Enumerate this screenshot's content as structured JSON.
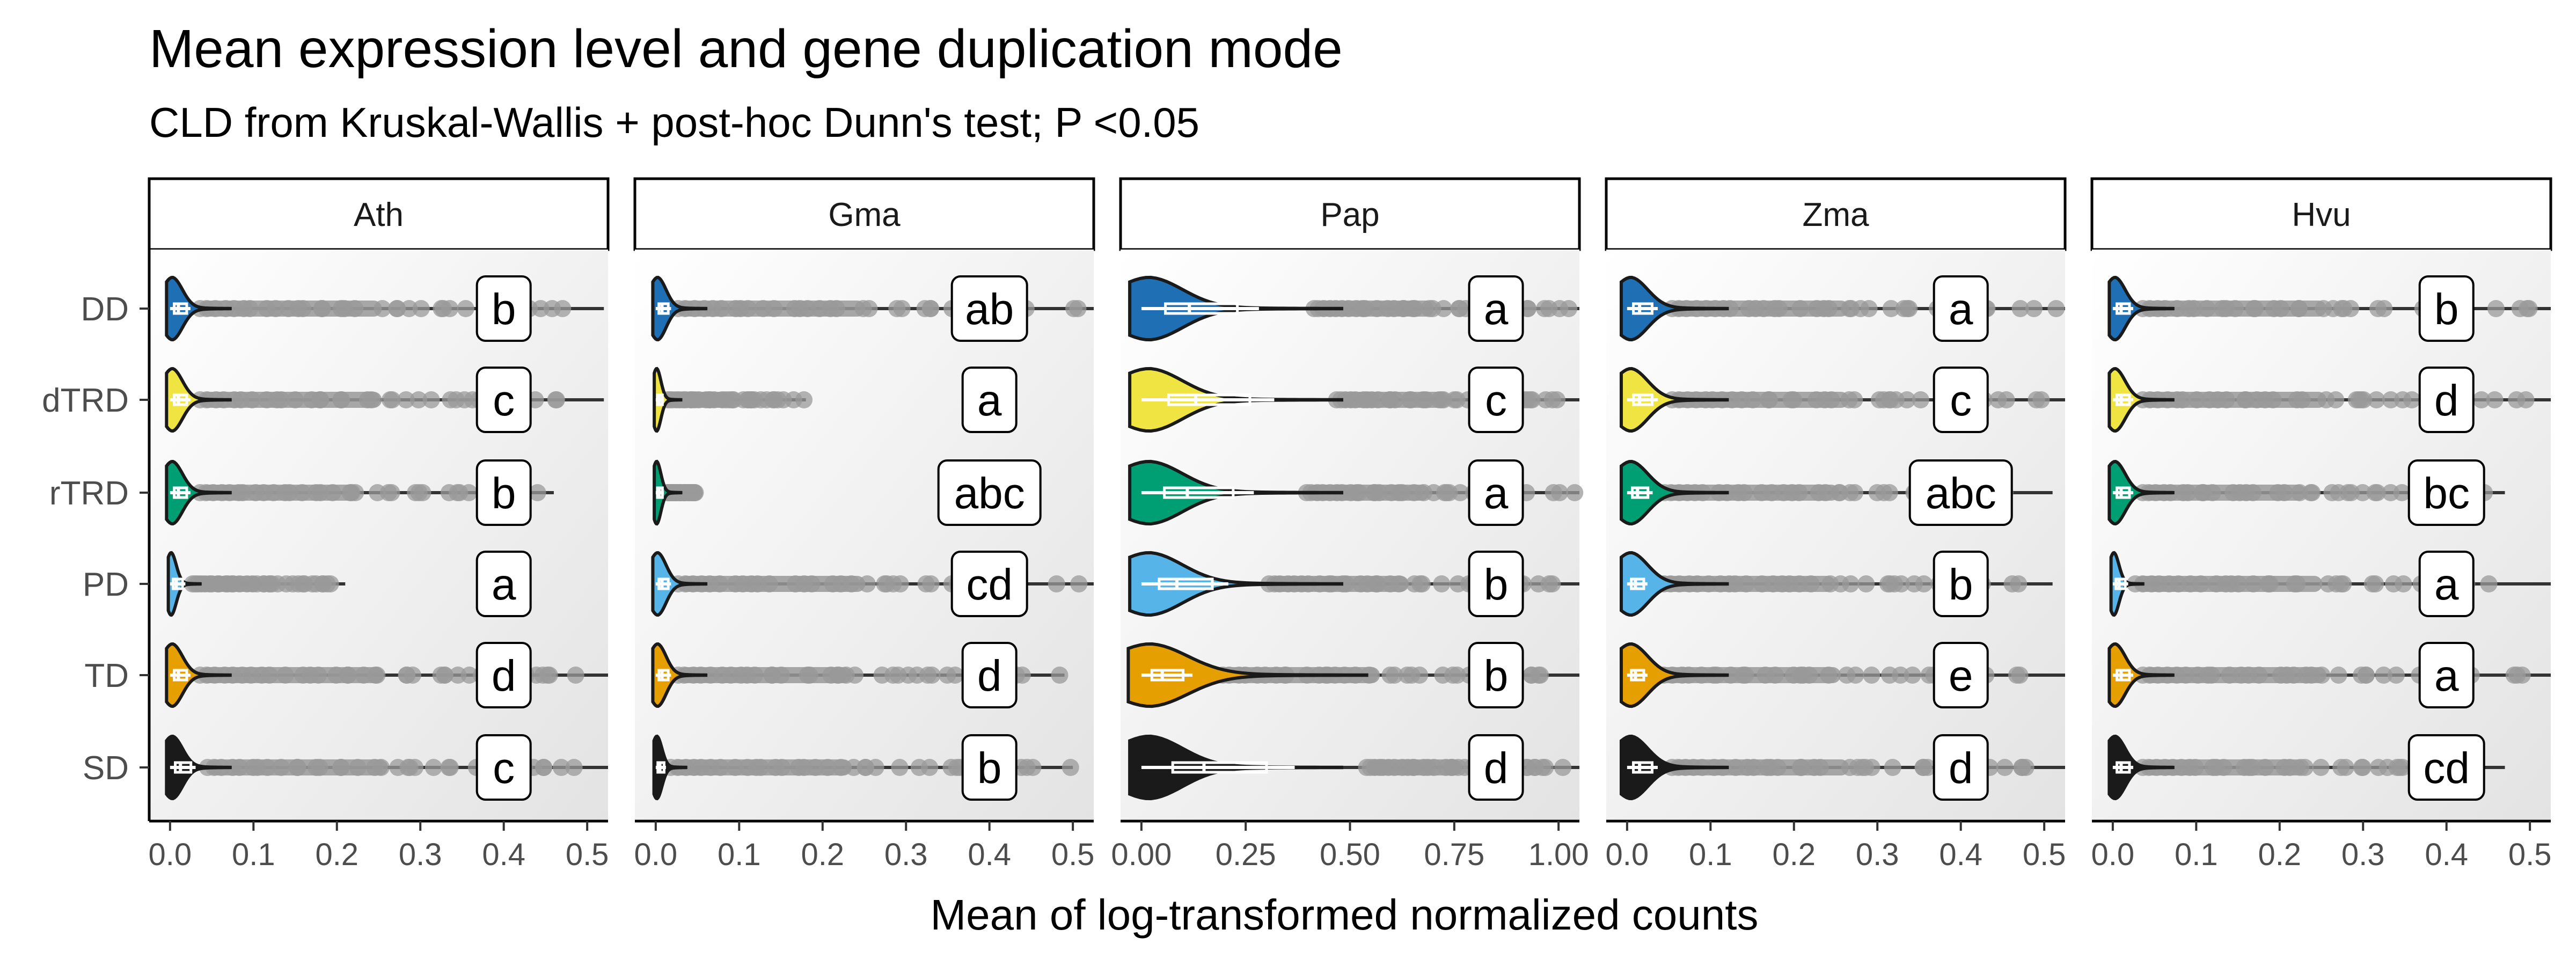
{
  "chart_data": {
    "type": "violin",
    "title": "Mean expression level and gene duplication mode",
    "subtitle": "CLD from Kruskal-Wallis + post-hoc Dunn's test; P <0.05",
    "xlabel": "Mean of log-transformed normalized counts",
    "ylabel": "",
    "categories": [
      "DD",
      "dTRD",
      "rTRD",
      "PD",
      "TD",
      "SD"
    ],
    "category_colors": {
      "DD": "#1f6fb5",
      "dTRD": "#f0e442",
      "rTRD": "#009e73",
      "PD": "#56b4e9",
      "TD": "#e69f00",
      "SD": "#1a1a1a"
    },
    "point_color": "#999999",
    "panels": [
      {
        "name": "Ath",
        "xlim": [
          -0.025,
          0.525
        ],
        "x_ticks": [
          0.0,
          0.1,
          0.2,
          0.3,
          0.4,
          0.5
        ],
        "x_tick_labels": [
          "0.0",
          "0.1",
          "0.2",
          "0.3",
          "0.4",
          "0.5"
        ],
        "series": [
          {
            "name": "DD",
            "cld": "b",
            "cld_x": 0.4,
            "spread": 0.012,
            "box_q3": 0.02,
            "outlier_max": 0.52
          },
          {
            "name": "dTRD",
            "cld": "c",
            "cld_x": 0.4,
            "spread": 0.012,
            "box_q3": 0.02,
            "outlier_max": 0.52
          },
          {
            "name": "rTRD",
            "cld": "b",
            "cld_x": 0.4,
            "spread": 0.012,
            "box_q3": 0.02,
            "outlier_max": 0.46
          },
          {
            "name": "PD",
            "cld": "a",
            "cld_x": 0.4,
            "spread": 0.006,
            "box_q3": 0.015,
            "outlier_max": 0.21
          },
          {
            "name": "TD",
            "cld": "d",
            "cld_x": 0.4,
            "spread": 0.012,
            "box_q3": 0.02,
            "outlier_max": 0.525
          },
          {
            "name": "SD",
            "cld": "c",
            "cld_x": 0.4,
            "spread": 0.012,
            "box_q3": 0.025,
            "outlier_max": 0.525
          }
        ]
      },
      {
        "name": "Gma",
        "xlim": [
          -0.025,
          0.525
        ],
        "x_ticks": [
          0.0,
          0.1,
          0.2,
          0.3,
          0.4,
          0.5
        ],
        "x_tick_labels": [
          "0.0",
          "0.1",
          "0.2",
          "0.3",
          "0.4",
          "0.5"
        ],
        "series": [
          {
            "name": "DD",
            "cld": "ab",
            "cld_x": 0.4,
            "spread": 0.01,
            "box_q3": 0.015,
            "outlier_max": 0.525
          },
          {
            "name": "dTRD",
            "cld": "a",
            "cld_x": 0.4,
            "spread": 0.005,
            "box_q3": 0.008,
            "outlier_max": 0.18
          },
          {
            "name": "rTRD",
            "cld": "abc",
            "cld_x": 0.4,
            "spread": 0.005,
            "box_q3": 0.008,
            "outlier_max": 0.05
          },
          {
            "name": "PD",
            "cld": "cd",
            "cld_x": 0.4,
            "spread": 0.01,
            "box_q3": 0.015,
            "outlier_max": 0.525
          },
          {
            "name": "TD",
            "cld": "d",
            "cld_x": 0.4,
            "spread": 0.01,
            "box_q3": 0.015,
            "outlier_max": 0.49
          },
          {
            "name": "SD",
            "cld": "b",
            "cld_x": 0.4,
            "spread": 0.006,
            "box_q3": 0.01,
            "outlier_max": 0.5
          }
        ]
      },
      {
        "name": "Pap",
        "xlim": [
          -0.05,
          1.05
        ],
        "x_ticks": [
          0.0,
          0.25,
          0.5,
          0.75,
          1.0
        ],
        "x_tick_labels": [
          "0.00",
          "0.25",
          "0.50",
          "0.75",
          "1.00"
        ],
        "series": [
          {
            "name": "DD",
            "cld": "a",
            "cld_x": 0.85,
            "spread": 0.08,
            "box_q3": 0.23,
            "outlier_max": 1.05
          },
          {
            "name": "dTRD",
            "cld": "c",
            "cld_x": 0.85,
            "spread": 0.08,
            "box_q3": 0.26,
            "outlier_max": 1.05
          },
          {
            "name": "rTRD",
            "cld": "a",
            "cld_x": 0.85,
            "spread": 0.08,
            "box_q3": 0.22,
            "outlier_max": 1.05
          },
          {
            "name": "PD",
            "cld": "b",
            "cld_x": 0.85,
            "spread": 0.08,
            "box_q3": 0.17,
            "outlier_max": 1.05
          },
          {
            "name": "TD",
            "cld": "b",
            "cld_x": 0.85,
            "spread": 0.09,
            "box_q3": 0.1,
            "outlier_max": 1.05
          },
          {
            "name": "SD",
            "cld": "d",
            "cld_x": 0.85,
            "spread": 0.08,
            "box_q3": 0.3,
            "outlier_max": 1.05
          }
        ]
      },
      {
        "name": "Zma",
        "xlim": [
          -0.025,
          0.525
        ],
        "x_ticks": [
          0.0,
          0.1,
          0.2,
          0.3,
          0.4,
          0.5
        ],
        "x_tick_labels": [
          "0.0",
          "0.1",
          "0.2",
          "0.3",
          "0.4",
          "0.5"
        ],
        "series": [
          {
            "name": "DD",
            "cld": "a",
            "cld_x": 0.4,
            "spread": 0.02,
            "box_q3": 0.03,
            "outlier_max": 0.525
          },
          {
            "name": "dTRD",
            "cld": "c",
            "cld_x": 0.4,
            "spread": 0.02,
            "box_q3": 0.03,
            "outlier_max": 0.525
          },
          {
            "name": "rTRD",
            "cld": "abc",
            "cld_x": 0.4,
            "spread": 0.02,
            "box_q3": 0.025,
            "outlier_max": 0.51
          },
          {
            "name": "PD",
            "cld": "b",
            "cld_x": 0.4,
            "spread": 0.02,
            "box_q3": 0.02,
            "outlier_max": 0.51
          },
          {
            "name": "TD",
            "cld": "e",
            "cld_x": 0.4,
            "spread": 0.02,
            "box_q3": 0.02,
            "outlier_max": 0.525
          },
          {
            "name": "SD",
            "cld": "d",
            "cld_x": 0.4,
            "spread": 0.02,
            "box_q3": 0.03,
            "outlier_max": 0.525
          }
        ]
      },
      {
        "name": "Hvu",
        "xlim": [
          -0.025,
          0.525
        ],
        "x_ticks": [
          0.0,
          0.1,
          0.2,
          0.3,
          0.4,
          0.5
        ],
        "x_tick_labels": [
          "0.0",
          "0.1",
          "0.2",
          "0.3",
          "0.4",
          "0.5"
        ],
        "series": [
          {
            "name": "DD",
            "cld": "b",
            "cld_x": 0.4,
            "spread": 0.012,
            "box_q3": 0.02,
            "outlier_max": 0.525
          },
          {
            "name": "dTRD",
            "cld": "d",
            "cld_x": 0.4,
            "spread": 0.012,
            "box_q3": 0.02,
            "outlier_max": 0.525
          },
          {
            "name": "rTRD",
            "cld": "bc",
            "cld_x": 0.4,
            "spread": 0.012,
            "box_q3": 0.02,
            "outlier_max": 0.47
          },
          {
            "name": "PD",
            "cld": "a",
            "cld_x": 0.4,
            "spread": 0.006,
            "box_q3": 0.015,
            "outlier_max": 0.525
          },
          {
            "name": "TD",
            "cld": "a",
            "cld_x": 0.4,
            "spread": 0.012,
            "box_q3": 0.02,
            "outlier_max": 0.525
          },
          {
            "name": "SD",
            "cld": "cd",
            "cld_x": 0.4,
            "spread": 0.012,
            "box_q3": 0.02,
            "outlier_max": 0.47
          }
        ]
      }
    ]
  }
}
